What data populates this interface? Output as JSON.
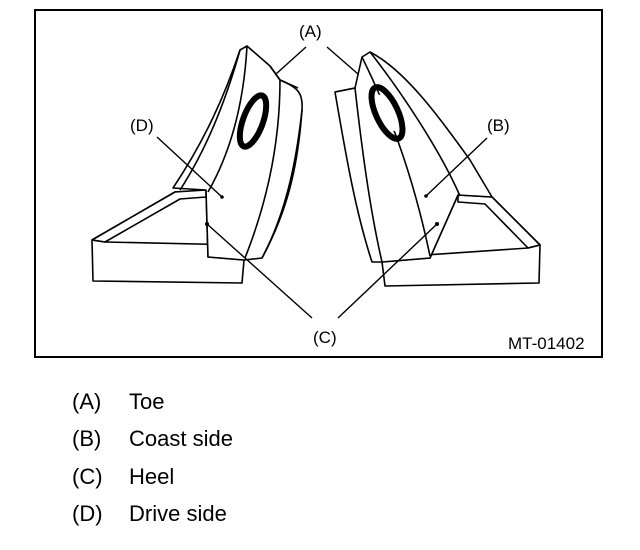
{
  "figure": {
    "id": "MT-01402",
    "callouts": {
      "a": "(A)",
      "b": "(B)",
      "c": "(C)",
      "d": "(D)"
    }
  },
  "legend": [
    {
      "key": "(A)",
      "text": "Toe"
    },
    {
      "key": "(B)",
      "text": "Coast side"
    },
    {
      "key": "(C)",
      "text": "Heel"
    },
    {
      "key": "(D)",
      "text": "Drive side"
    }
  ],
  "colors": {
    "line": "#000000",
    "background": "#ffffff"
  }
}
